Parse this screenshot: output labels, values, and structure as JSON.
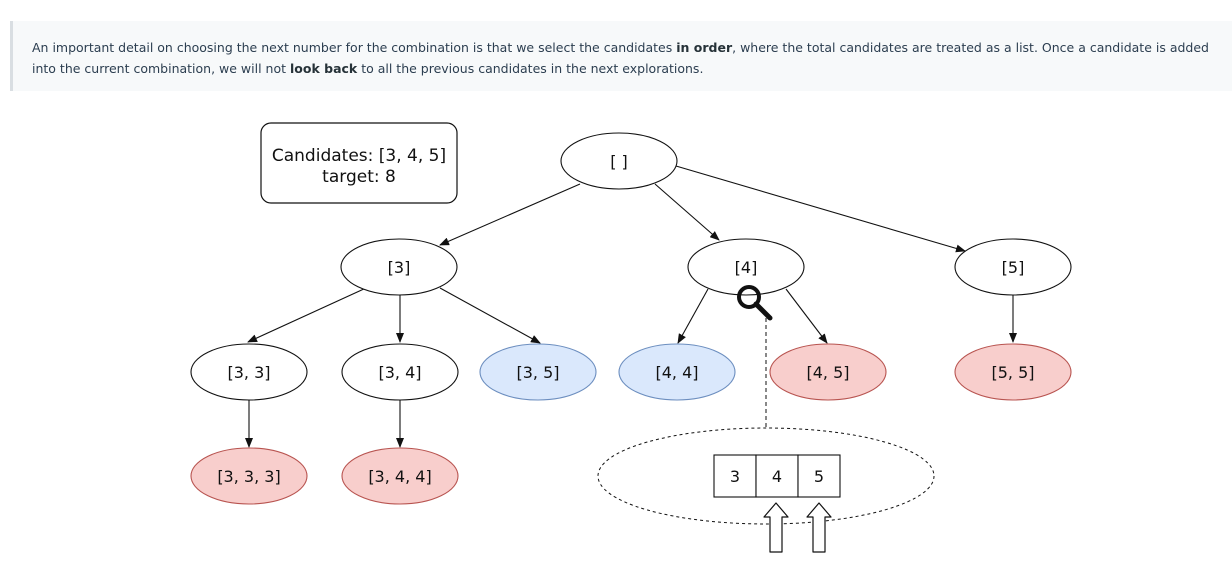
{
  "explanation": {
    "part1": "An important detail on choosing the next number for the combination is that we select the candidates ",
    "emph1": "in order",
    "part2": ", where the total candidates are treated as a list. Once a candidate is added into the current combination, we will not ",
    "emph2": "look back",
    "part3": " to all the previous candidates in the next explorations."
  },
  "info_box": {
    "line1": "Candidates: [3, 4, 5]",
    "line2": "target: 8"
  },
  "tree": {
    "root": "[ ]",
    "level1": [
      "[3]",
      "[4]",
      "[5]"
    ],
    "level2": [
      "[3, 3]",
      "[3, 4]",
      "[3, 5]",
      "[4, 4]",
      "[4, 5]",
      "[5, 5]"
    ],
    "level3": [
      "[3, 3, 3]",
      "[3, 4, 4]"
    ]
  },
  "candidate_list": [
    "3",
    "4",
    "5"
  ],
  "icons": {
    "magnifier": "magnifier-icon",
    "pointer": "up-arrow-icon"
  },
  "colors": {
    "node_plain_fill": "#ffffff",
    "node_blue_fill": "#dae8fc",
    "node_blue_stroke": "#6c8ebf",
    "node_red_fill": "#f8cecc",
    "node_red_stroke": "#b85450"
  }
}
